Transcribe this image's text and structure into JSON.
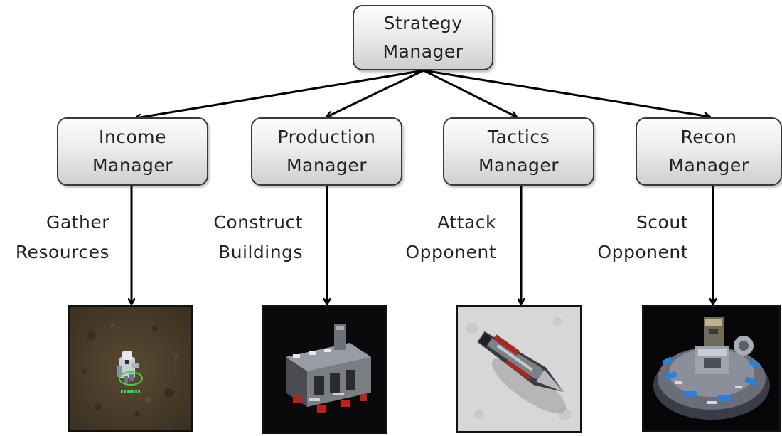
{
  "root": {
    "line1": "Strategy",
    "line2": "Manager"
  },
  "managers": [
    {
      "line1": "Income",
      "line2": "Manager",
      "action_line1": "Gather",
      "action_line2": "Resources",
      "image": "worker-unit-image"
    },
    {
      "line1": "Production",
      "line2": "Manager",
      "action_line1": "Construct",
      "action_line2": "Buildings",
      "image": "factory-building-image"
    },
    {
      "line1": "Tactics",
      "line2": "Manager",
      "action_line1": "Attack",
      "action_line2": "Opponent",
      "image": "vulture-unit-image"
    },
    {
      "line1": "Recon",
      "line2": "Manager",
      "action_line1": "Scout",
      "action_line2": "Opponent",
      "image": "command-center-image"
    }
  ]
}
